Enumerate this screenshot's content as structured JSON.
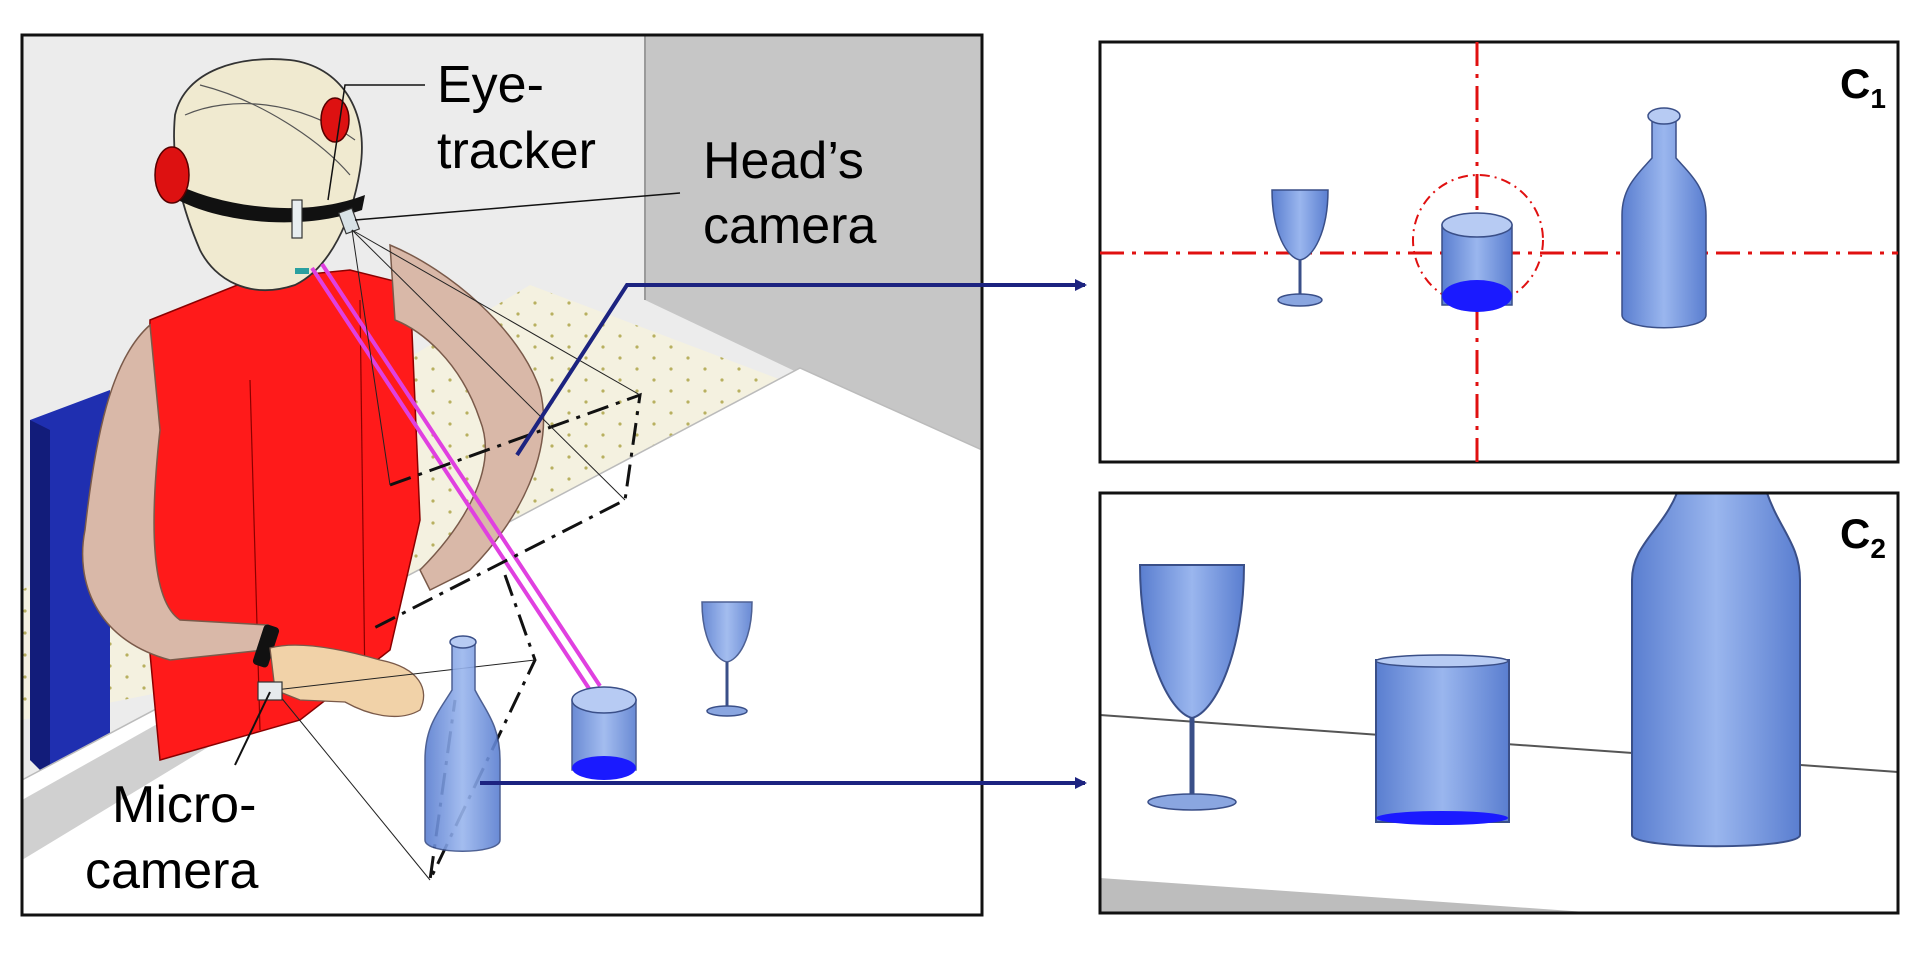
{
  "labels": {
    "eye_tracker_line1": "Eye-",
    "eye_tracker_line2": "tracker",
    "head_camera_line1": "Head’s",
    "head_camera_line2": "camera",
    "micro_camera_line1": "Micro-",
    "micro_camera_line2": "camera"
  },
  "views": {
    "c1": {
      "letter": "C",
      "subscript": "1"
    },
    "c2": {
      "letter": "C",
      "subscript": "2"
    }
  },
  "colors": {
    "shirt": "#ff1a1a",
    "gaze_ray": "#e040e0",
    "arrow": "#1c2380",
    "crosshair": "#e01010",
    "glass_blue": "#6f93d8",
    "liquid": "#1a1aff",
    "chair": "#1f2fb0",
    "skin": "#d9b8a8"
  },
  "icons": {
    "head_camera": "camera-icon",
    "micro_camera": "camera-icon",
    "eye_tracker": "eye-tracker-icon"
  }
}
